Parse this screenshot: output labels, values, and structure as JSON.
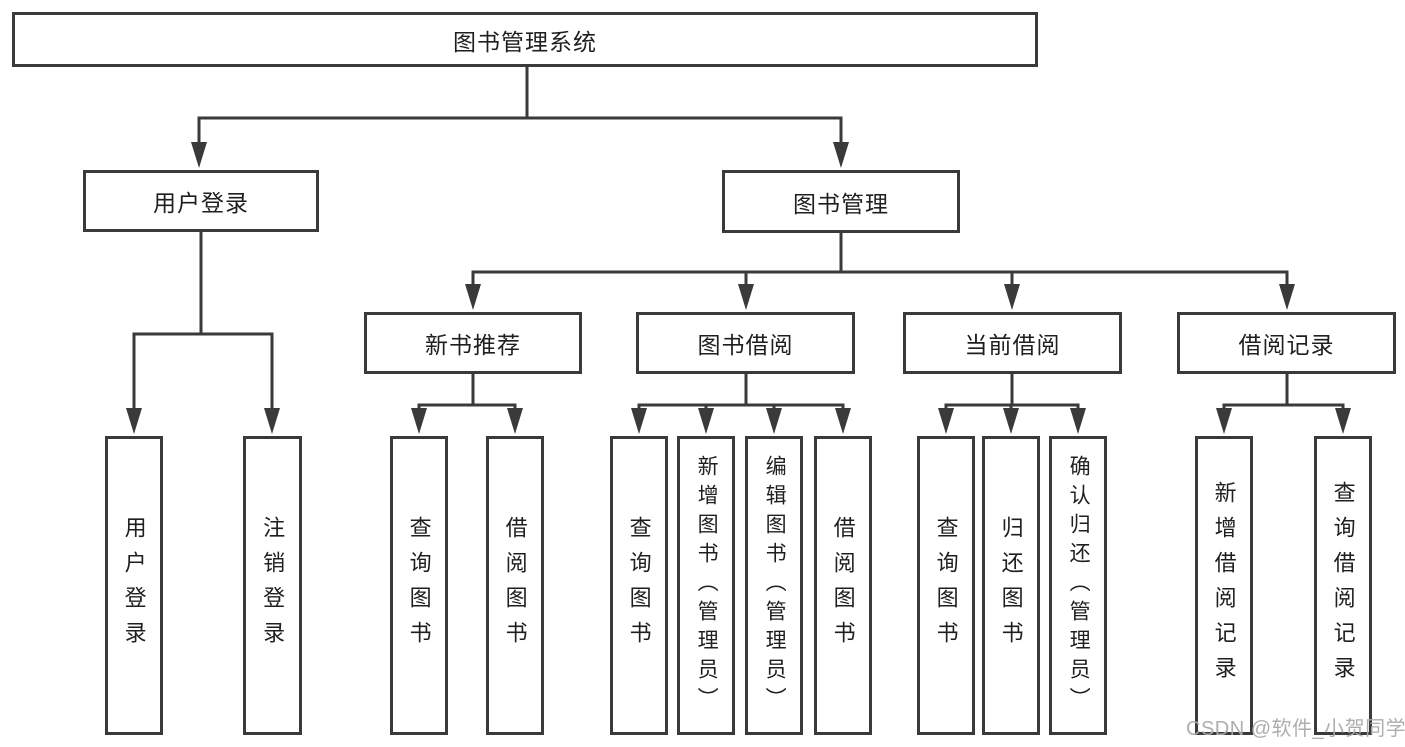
{
  "tree": {
    "label": "图书管理系统",
    "children": [
      {
        "label": "用户登录",
        "children": [
          {
            "label": "用户登录"
          },
          {
            "label": "注销登录"
          }
        ]
      },
      {
        "label": "图书管理",
        "children": [
          {
            "label": "新书推荐",
            "children": [
              {
                "label": "查询图书"
              },
              {
                "label": "借阅图书"
              }
            ]
          },
          {
            "label": "图书借阅",
            "children": [
              {
                "label": "查询图书"
              },
              {
                "label": "新增图书（管理员）"
              },
              {
                "label": "编辑图书（管理员）"
              },
              {
                "label": "借阅图书"
              }
            ]
          },
          {
            "label": "当前借阅",
            "children": [
              {
                "label": "查询图书"
              },
              {
                "label": "归还图书"
              },
              {
                "label": "确认归还（管理员）"
              }
            ]
          },
          {
            "label": "借阅记录",
            "children": [
              {
                "label": "新增借阅记录"
              },
              {
                "label": "查询借阅记录"
              }
            ]
          }
        ]
      }
    ]
  },
  "watermark": {
    "text": "CSDN @软件_小贺同学"
  },
  "colors": {
    "line": "#3a3a3a",
    "box_border": "#3a3a3a",
    "text": "#1f1f1f",
    "watermark": "#aaaaaa",
    "background": "#ffffff"
  }
}
